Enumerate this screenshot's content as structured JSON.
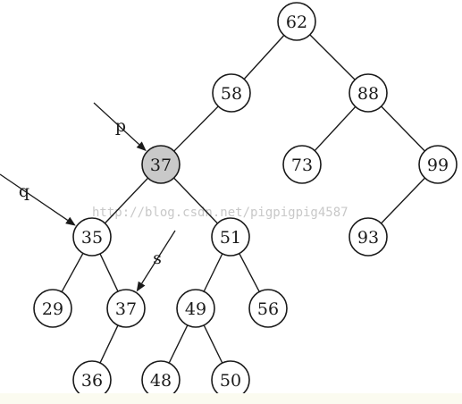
{
  "watermark": "http://blog.csdn.net/pigpigpig4587",
  "tree": {
    "nodes": [
      {
        "id": "n62",
        "label": "62",
        "highlight": false
      },
      {
        "id": "n58",
        "label": "58",
        "highlight": false
      },
      {
        "id": "n88",
        "label": "88",
        "highlight": false
      },
      {
        "id": "n37a",
        "label": "37",
        "highlight": true
      },
      {
        "id": "n73",
        "label": "73",
        "highlight": false
      },
      {
        "id": "n99",
        "label": "99",
        "highlight": false
      },
      {
        "id": "n35",
        "label": "35",
        "highlight": false
      },
      {
        "id": "n51",
        "label": "51",
        "highlight": false
      },
      {
        "id": "n93",
        "label": "93",
        "highlight": false
      },
      {
        "id": "n29",
        "label": "29",
        "highlight": false
      },
      {
        "id": "n37b",
        "label": "37",
        "highlight": false
      },
      {
        "id": "n49",
        "label": "49",
        "highlight": false
      },
      {
        "id": "n56",
        "label": "56",
        "highlight": false
      },
      {
        "id": "n36",
        "label": "36",
        "highlight": false
      },
      {
        "id": "n48",
        "label": "48",
        "highlight": false
      },
      {
        "id": "n50",
        "label": "50",
        "highlight": false
      }
    ],
    "edges": [
      [
        "n62",
        "n58"
      ],
      [
        "n62",
        "n88"
      ],
      [
        "n58",
        "n37a"
      ],
      [
        "n88",
        "n73"
      ],
      [
        "n88",
        "n99"
      ],
      [
        "n37a",
        "n35"
      ],
      [
        "n37a",
        "n51"
      ],
      [
        "n99",
        "n93"
      ],
      [
        "n35",
        "n29"
      ],
      [
        "n35",
        "n37b"
      ],
      [
        "n51",
        "n49"
      ],
      [
        "n51",
        "n56"
      ],
      [
        "n37b",
        "n36"
      ],
      [
        "n49",
        "n48"
      ],
      [
        "n49",
        "n50"
      ]
    ]
  },
  "pointers": [
    {
      "id": "p",
      "label": "p",
      "target": "n37a"
    },
    {
      "id": "q",
      "label": "q",
      "target": "n35"
    },
    {
      "id": "s",
      "label": "s",
      "target": "n37b"
    }
  ]
}
